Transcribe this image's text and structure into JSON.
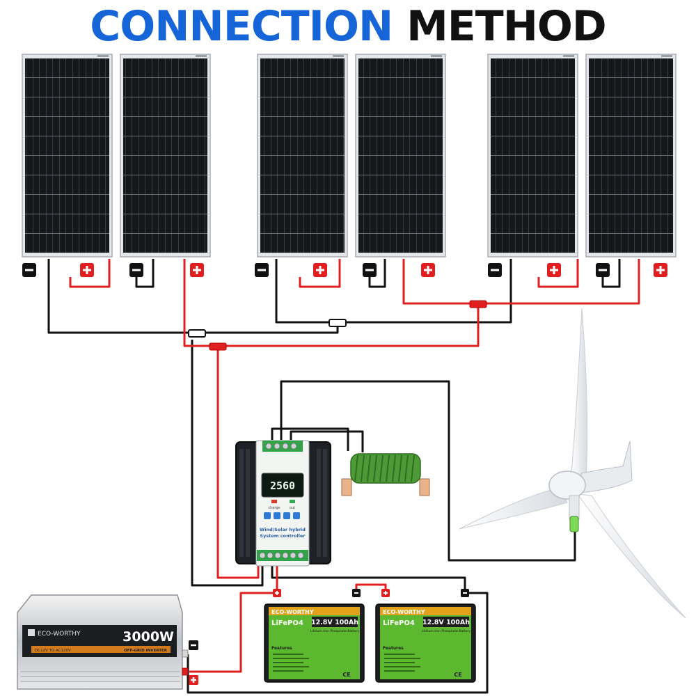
{
  "title": {
    "part1": "CONNECTION",
    "part2": "METHOD"
  },
  "colors": {
    "title_blue": "#1565d8",
    "title_black": "#111111",
    "wire_red": "#e02020",
    "wire_black": "#111111",
    "battery_green": "#5cb82e",
    "panel_dark": "#15171b"
  },
  "terminal_labels": {
    "negative": "−",
    "positive": "+"
  },
  "controller": {
    "display_value": "2560",
    "label_line1": "Wind/Solar hybrid",
    "label_line2": "System controller",
    "charge_label": "charge",
    "out_label": "out"
  },
  "inverter": {
    "brand": "ECO-WORTHY",
    "power": "3000W",
    "type": "OFF-GRID INVERTER",
    "input": "DC12V TO AC120V"
  },
  "batteries": [
    {
      "brand": "ECO-WORTHY",
      "chem": "LiFePO4",
      "spec": "12.8V 100Ah",
      "subtitle": "Lithium Iron Phosphate Battery",
      "features_title": "Features",
      "marks": "CE"
    },
    {
      "brand": "ECO-WORTHY",
      "chem": "LiFePO4",
      "spec": "12.8V 100Ah",
      "subtitle": "Lithium Iron Phosphate Battery",
      "features_title": "Features",
      "marks": "CE"
    }
  ],
  "icons": {
    "panel": "solar-panel-icon",
    "turbine": "wind-turbine-icon",
    "resistor": "dump-load-resistor-icon",
    "controller": "hybrid-controller-icon",
    "battery": "battery-icon",
    "inverter": "inverter-icon"
  }
}
